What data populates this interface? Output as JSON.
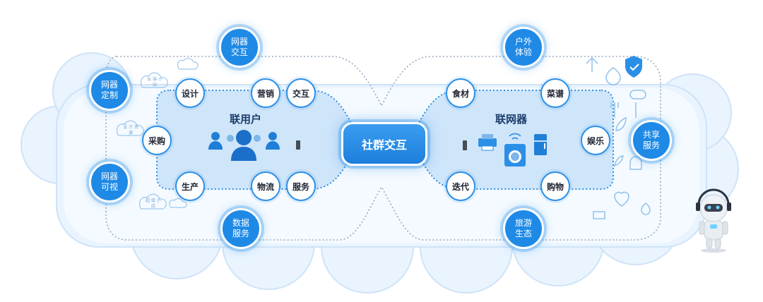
{
  "hub": {
    "label": "社群交互"
  },
  "left_panel": {
    "title": "联用户"
  },
  "right_panel": {
    "title": "联网器"
  },
  "left_nodes": {
    "sheji": "设计",
    "yingxiao": "营销",
    "jiaohu": "交互",
    "caigou": "采购",
    "shengchan": "生产",
    "wuliu": "物流",
    "fuwu": "服务"
  },
  "right_nodes": {
    "shicai": "食材",
    "caipu": "菜谱",
    "yule": "娱乐",
    "diedai": "迭代",
    "gouwu": "购物"
  },
  "outer_nodes": {
    "wangqi_jiaohu": "网器交互",
    "wangqi_dingzhi": "网器定制",
    "wangqi_keshi": "网器可视",
    "shuju_fuwu": "数据服务",
    "huwai_tiyan": "户外体验",
    "gongxiang_fuwu": "共享服务",
    "lvyou_shengtai": "旅游生态"
  },
  "cloud_tags": {
    "tag1": "云 端 小 站",
    "tag2": "设 计 资 源",
    "tag3": "超 级 小 店"
  },
  "colors": {
    "accent": "#1f8ae6",
    "panel_fill": "#cfe5fa",
    "dot_border": "#2c8fe6",
    "cloud": "#eaf5ff"
  },
  "icons": [
    "users-icon",
    "printer-icon",
    "washing-machine-icon",
    "fridge-icon",
    "wifi-icon",
    "robot-mascot"
  ]
}
